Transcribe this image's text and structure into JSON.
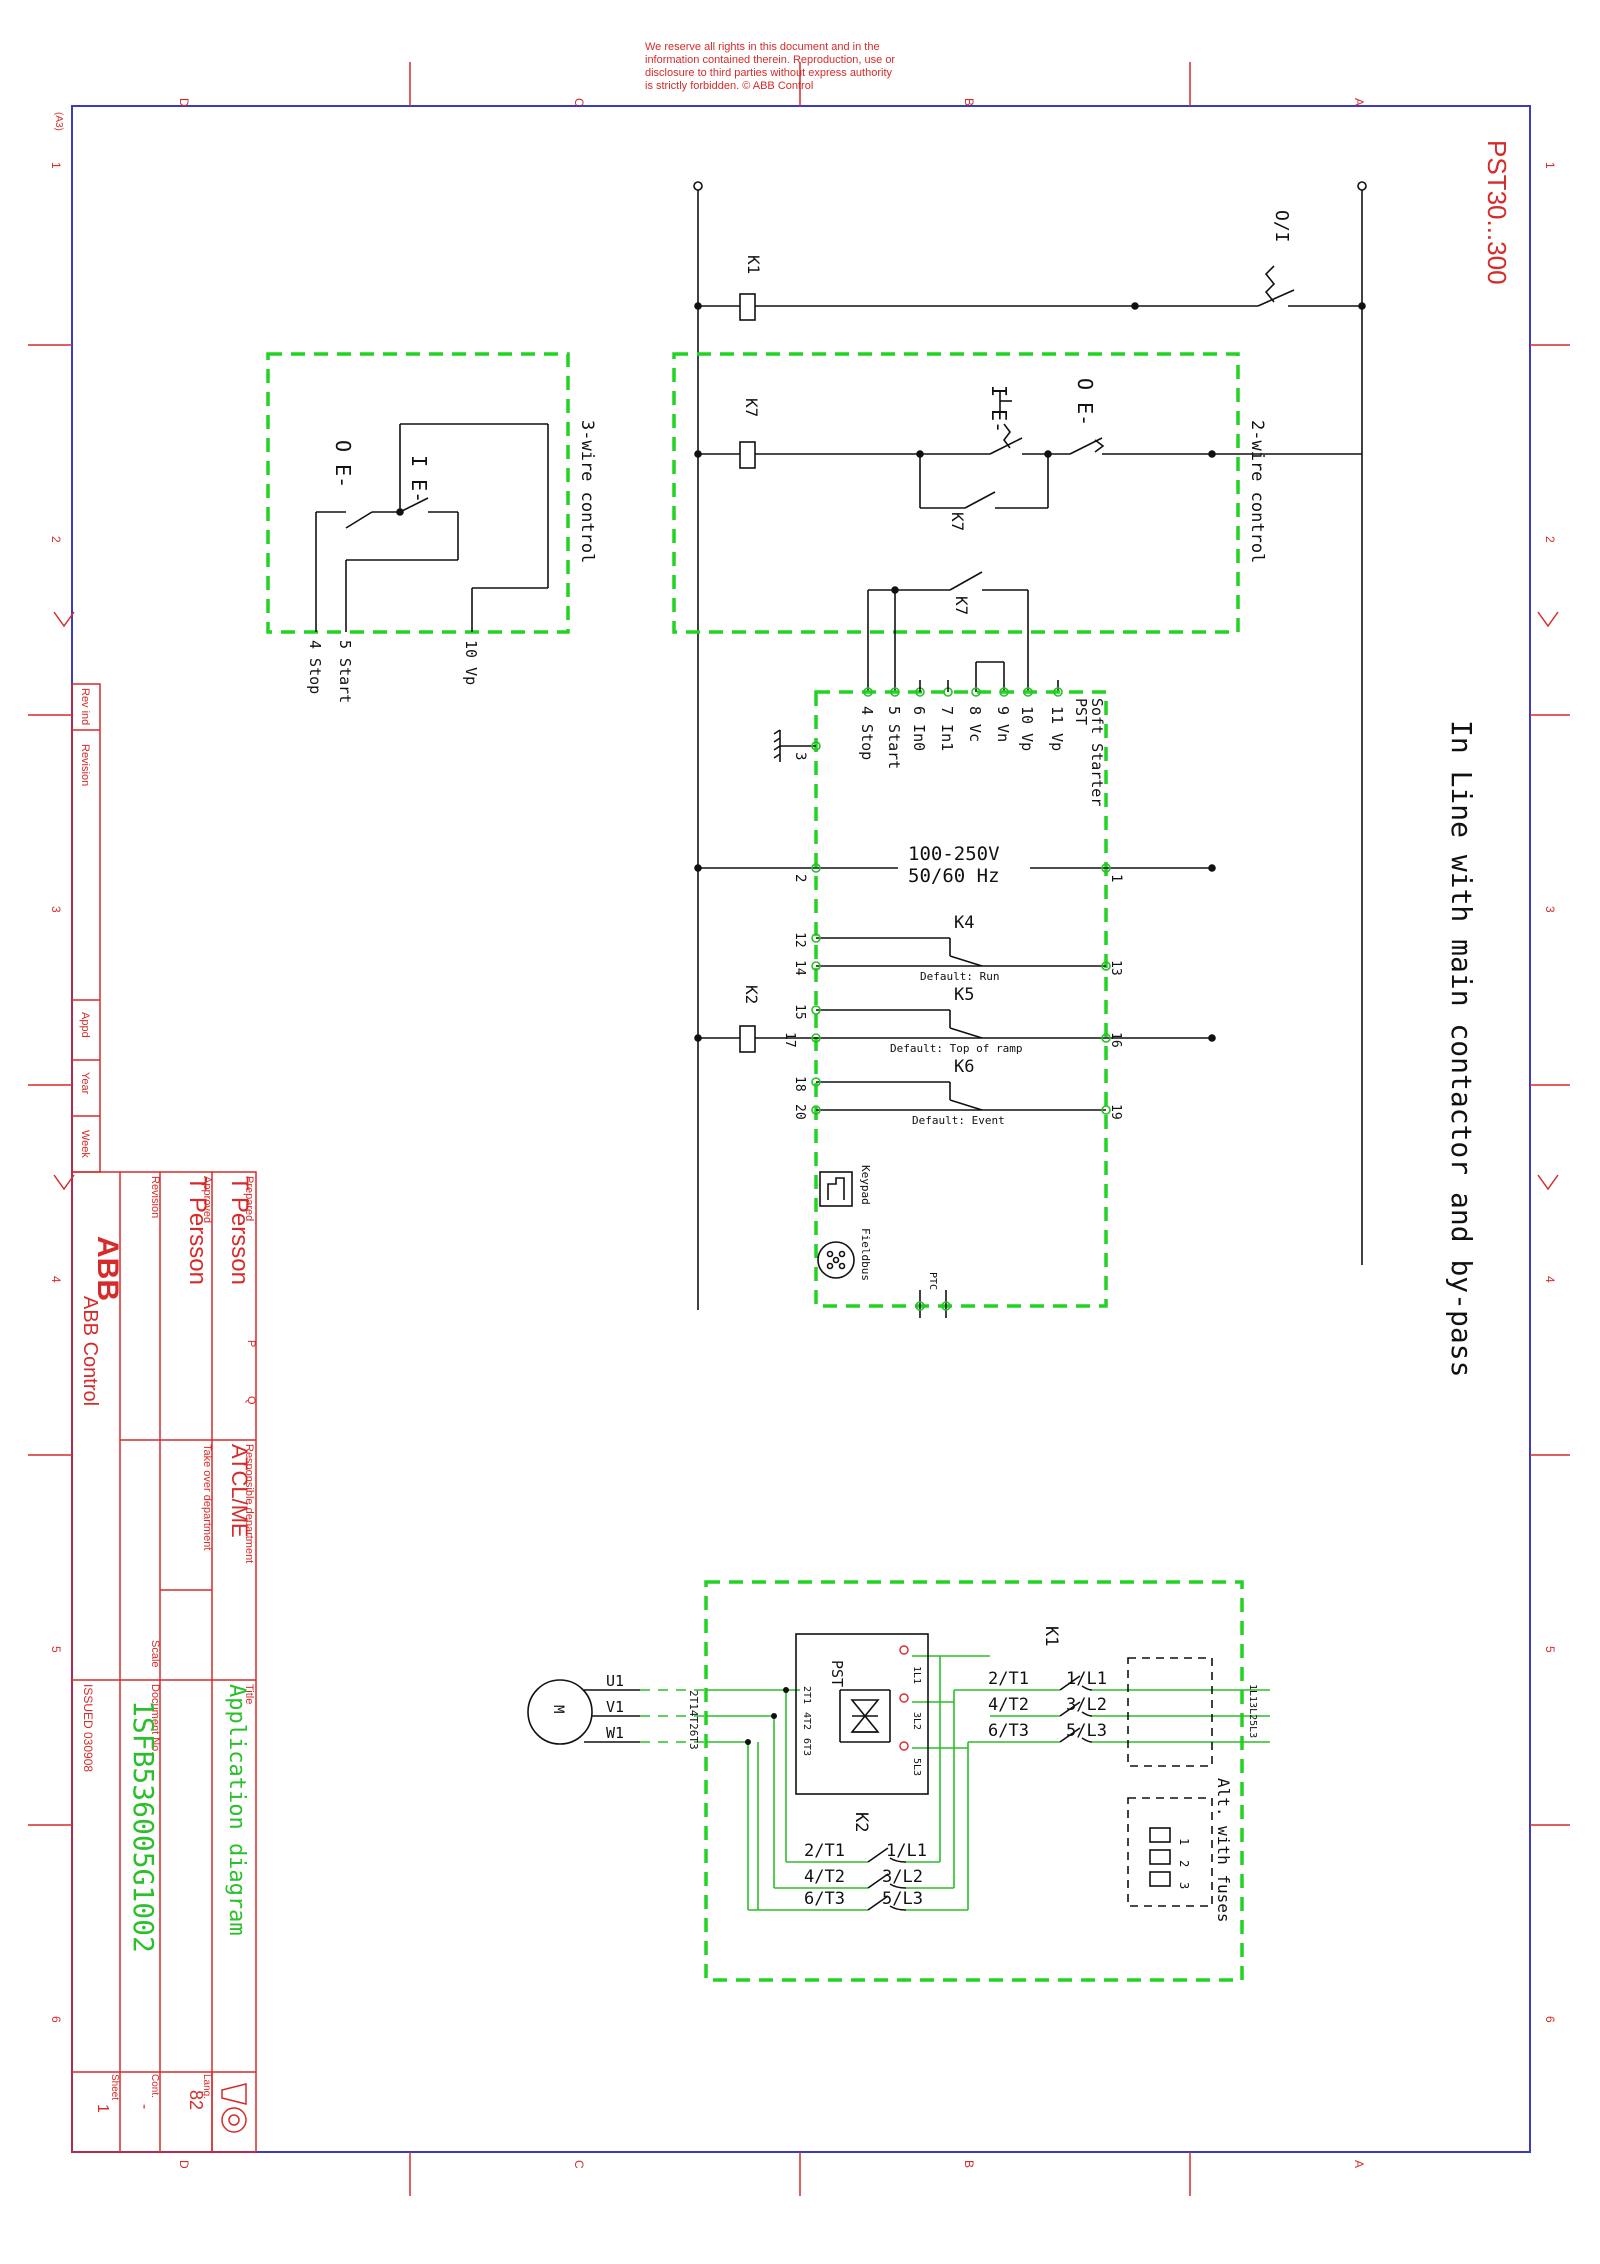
{
  "notice": {
    "lines": [
      "We reserve all rights in this document and in the",
      "information contained therein. Reproduction, use or",
      "disclosure to third parties without express authority",
      "is strictly forbidden. © ABB Control"
    ]
  },
  "zones": {
    "letters": [
      "D",
      "C",
      "B",
      "A"
    ],
    "numbers": [
      "1",
      "2",
      "3",
      "4",
      "5",
      "6"
    ]
  },
  "product": "PST30...300",
  "heading": "In Line with main contactor and by-pass",
  "control": {
    "k1": "K1",
    "k7a": "K7",
    "k7b": "K7",
    "k7c": "K7",
    "pb_on": "I E-",
    "pb_off": "O E-",
    "switch": "O/I",
    "two_wire": "2-wire control",
    "three_wire": "3-wire control",
    "tw_terms": [
      "10 Vp",
      "5 Start",
      "4 Stop"
    ],
    "pb3_on": "I E-",
    "pb3_off": "O E-"
  },
  "softstarter": {
    "title": [
      "Soft Starter",
      "PST"
    ],
    "terms": [
      "11 Vp",
      "10 Vp",
      "9 Vn",
      "8 Vc",
      "7 In1",
      "6 In0",
      "5 Start",
      "4 Stop"
    ],
    "ground_term": "3",
    "supply": [
      "100-250V",
      "50/60 Hz"
    ],
    "supply_terms": [
      "2",
      "1"
    ],
    "k2": "K2",
    "relays": [
      {
        "name": "K4",
        "desc": "Default: Run",
        "tl": "12",
        "bl": "14",
        "r": "13"
      },
      {
        "name": "K5",
        "desc": "Default: Top of ramp",
        "tl": "15",
        "bl": "17",
        "r": "16"
      },
      {
        "name": "K6",
        "desc": "Default: Event",
        "tl": "18",
        "bl": "20",
        "r": "19"
      }
    ],
    "keypad": "Keypad",
    "fieldbus": "Fieldbus",
    "ptc": "PTC"
  },
  "power": {
    "motor": "M",
    "phases": [
      "U1",
      "V1",
      "W1"
    ],
    "k1": "K1",
    "k1_contacts": [
      "2/T1",
      "1/L1",
      "4/T2",
      "3/L2",
      "6/T3",
      "5/L3"
    ],
    "k2": "K2",
    "k2_contacts": [
      "2/T1",
      "1/L1",
      "4/T2",
      "3/L2",
      "6/T3",
      "5/L3"
    ],
    "pst": "PST",
    "pst_in": [
      "1L1",
      "3L2",
      "5L3"
    ],
    "pst_out": [
      "2T1",
      "4T2",
      "6T3"
    ],
    "left_terms": "2T14T26T3",
    "right_terms": "1L13L25L3",
    "fuses_label": "Alt. with fuses",
    "fuse_labels": [
      "1",
      "2",
      "3"
    ]
  },
  "titleblock": {
    "prepared_label": "Prepared",
    "prepared": "T Persson",
    "approved_label": "Approved",
    "approved": "T Persson",
    "revision_label": "Revision",
    "pq": [
      "P",
      "Q"
    ],
    "resp_label": "Responsible department",
    "resp": "ATCL/ME",
    "takeover_label": "Take over department",
    "scale_label": "Scale",
    "title_label": "Title",
    "title": "Application diagram",
    "docno_label": "Document No.",
    "docno": "1SFB536005G1002",
    "issued": "ISSUED 030908",
    "lang_label": "Lang.",
    "lang": "82",
    "cont_label": "Cont.",
    "cont": "-",
    "sheet_label": "Sheet",
    "sheet": "1",
    "company": "ABB Control",
    "logo": "ABB"
  },
  "revblock": [
    "Rev ind",
    "Revision",
    "Appd",
    "Year",
    "Week"
  ],
  "corner_mark": "(A3)"
}
